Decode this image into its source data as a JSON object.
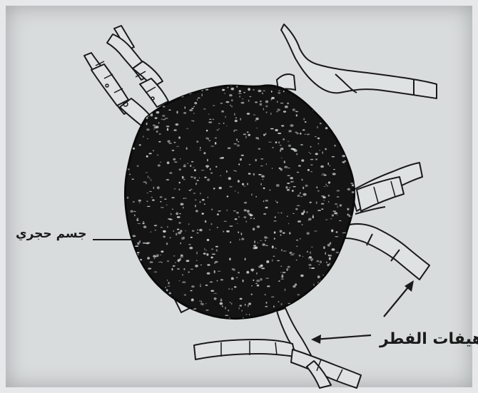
{
  "diagram": {
    "labels": {
      "sclerotium": "جسم حجري",
      "hyphae": "هيفات الفطر"
    },
    "colors": {
      "background": "#d9dcdd",
      "ink": "#1a1a1a",
      "body_fill": "#141414",
      "speckle": "#cfd3d4"
    },
    "icons": [
      "sclerotium-body",
      "fungal-hypha"
    ]
  }
}
